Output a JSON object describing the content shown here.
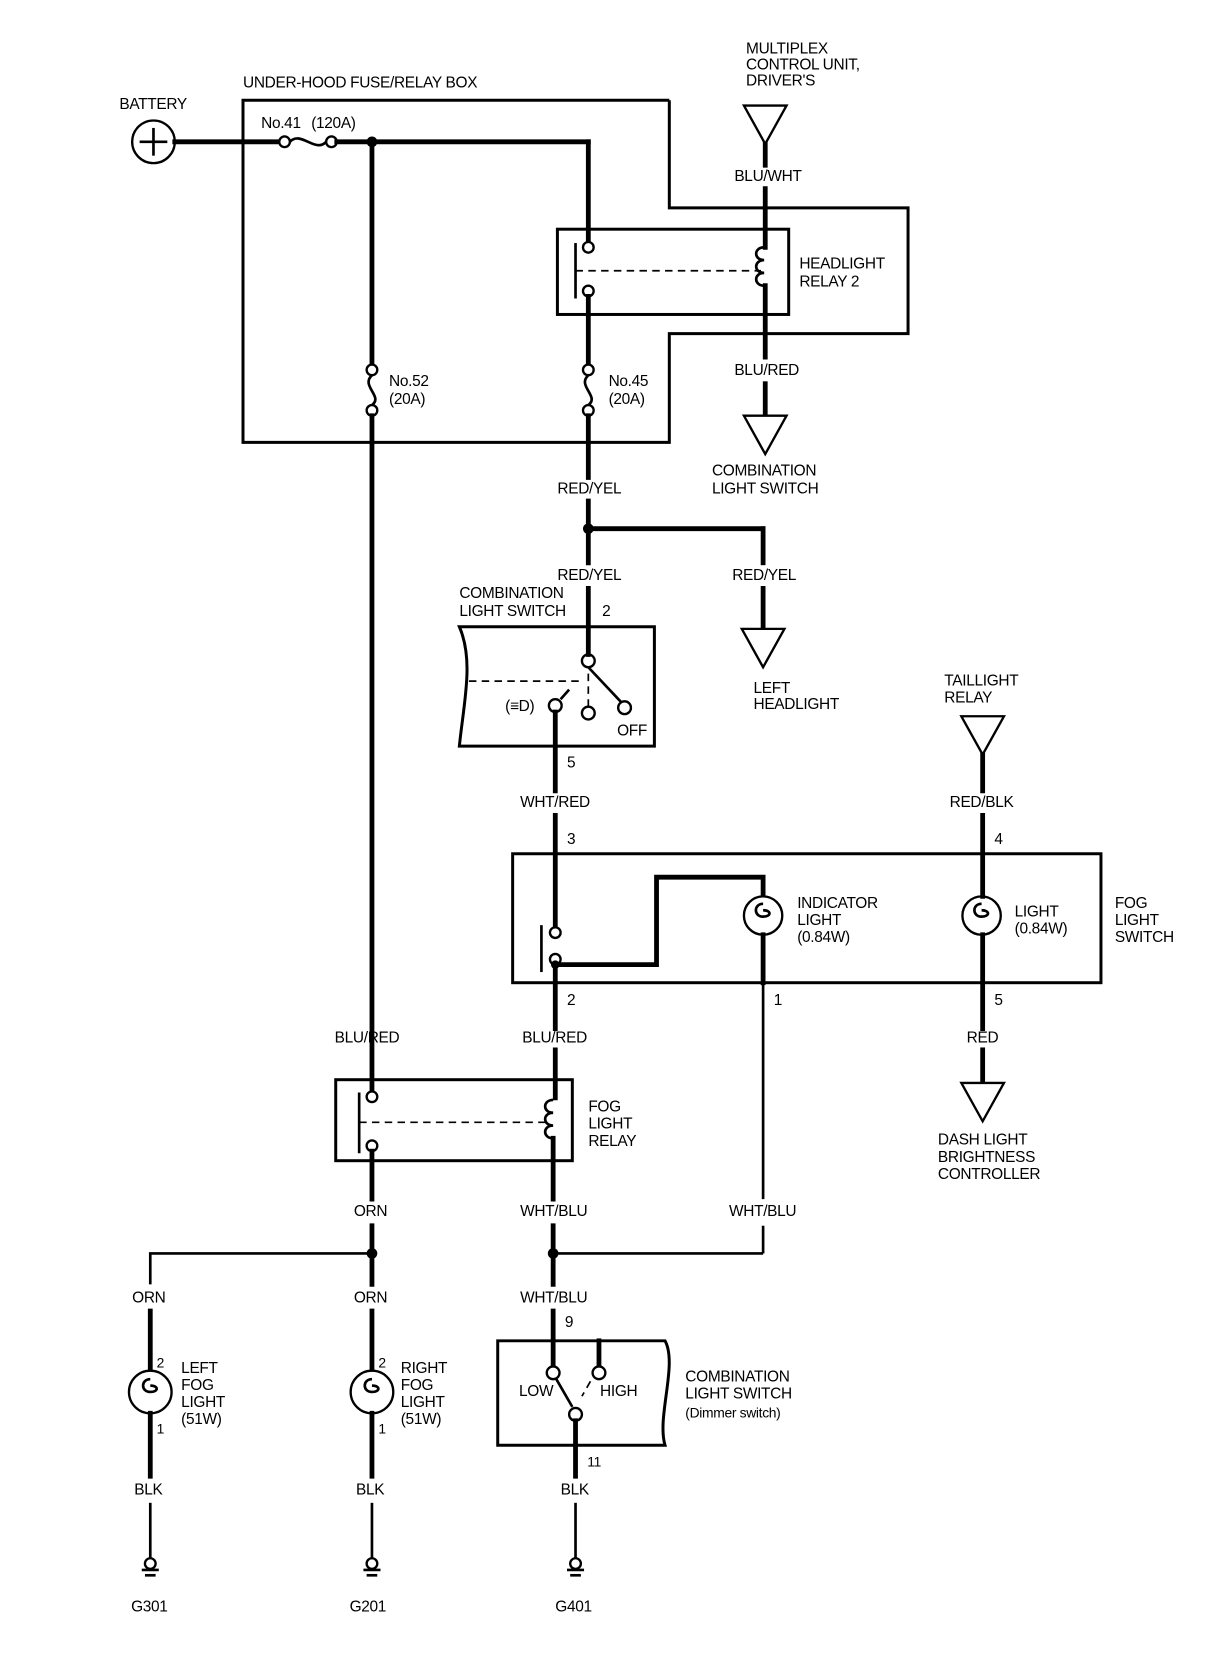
{
  "diagram": {
    "title": "Fog Light Circuit Wiring Diagram",
    "components": {
      "battery": "BATTERY",
      "fuse_box": "UNDER-HOOD FUSE/RELAY BOX",
      "fuse41": {
        "name": "No.41",
        "rating": "(120A)"
      },
      "fuse52": {
        "name": "No.52",
        "rating": "(20A)"
      },
      "fuse45": {
        "name": "No.45",
        "rating": "(20A)"
      },
      "multiplex": [
        "MULTIPLEX",
        "CONTROL UNIT,",
        "DRIVER'S"
      ],
      "headlight_relay2": [
        "HEADLIGHT",
        "RELAY 2"
      ],
      "combo_switch_top": [
        "COMBINATION",
        "LIGHT SWITCH"
      ],
      "combo_switch_mid": [
        "COMBINATION",
        "LIGHT SWITCH"
      ],
      "combo_switch_mid_labels": {
        "fog_symbol": "(≡D)",
        "off": "OFF"
      },
      "left_headlight": [
        "LEFT",
        "HEADLIGHT"
      ],
      "taillight_relay": [
        "TAILLIGHT",
        "RELAY"
      ],
      "fog_switch": [
        "FOG",
        "LIGHT",
        "SWITCH"
      ],
      "indicator_light": [
        "INDICATOR",
        "LIGHT",
        "(0.84W)"
      ],
      "light": [
        "LIGHT",
        "(0.84W)"
      ],
      "dash_controller": [
        "DASH LIGHT",
        "BRIGHTNESS",
        "CONTROLLER"
      ],
      "fog_relay": [
        "FOG",
        "LIGHT",
        "RELAY"
      ],
      "left_fog": [
        "LEFT",
        "FOG",
        "LIGHT",
        "(51W)"
      ],
      "right_fog": [
        "RIGHT",
        "FOG",
        "LIGHT",
        "(51W)"
      ],
      "dimmer": [
        "COMBINATION",
        "LIGHT SWITCH",
        "(Dimmer switch)"
      ],
      "dimmer_labels": {
        "low": "LOW",
        "high": "HIGH"
      },
      "grounds": [
        "G301",
        "G201",
        "G401"
      ]
    },
    "wires": {
      "blu_wht": "BLU/WHT",
      "blu_red_relay2": "BLU/RED",
      "red_yel_1": "RED/YEL",
      "red_yel_2": "RED/YEL",
      "red_yel_3": "RED/YEL",
      "wht_red": "WHT/RED",
      "red_blk": "RED/BLK",
      "blu_red_left": "BLU/RED",
      "blu_red_mid": "BLU/RED",
      "red": "RED",
      "orn_top": "ORN",
      "orn_left": "ORN",
      "orn_right": "ORN",
      "wht_blu_1": "WHT/BLU",
      "wht_blu_2": "WHT/BLU",
      "wht_blu_3": "WHT/BLU",
      "blk_1": "BLK",
      "blk_2": "BLK",
      "blk_3": "BLK"
    },
    "pins": {
      "combo_2": "2",
      "combo_5": "5",
      "fog_sw_3": "3",
      "fog_sw_4": "4",
      "fog_sw_2": "2",
      "fog_sw_1": "1",
      "fog_sw_5": "5",
      "lfog_2": "2",
      "lfog_1": "1",
      "rfog_2": "2",
      "rfog_1": "1",
      "dim_9": "9",
      "dim_11": "11"
    }
  }
}
